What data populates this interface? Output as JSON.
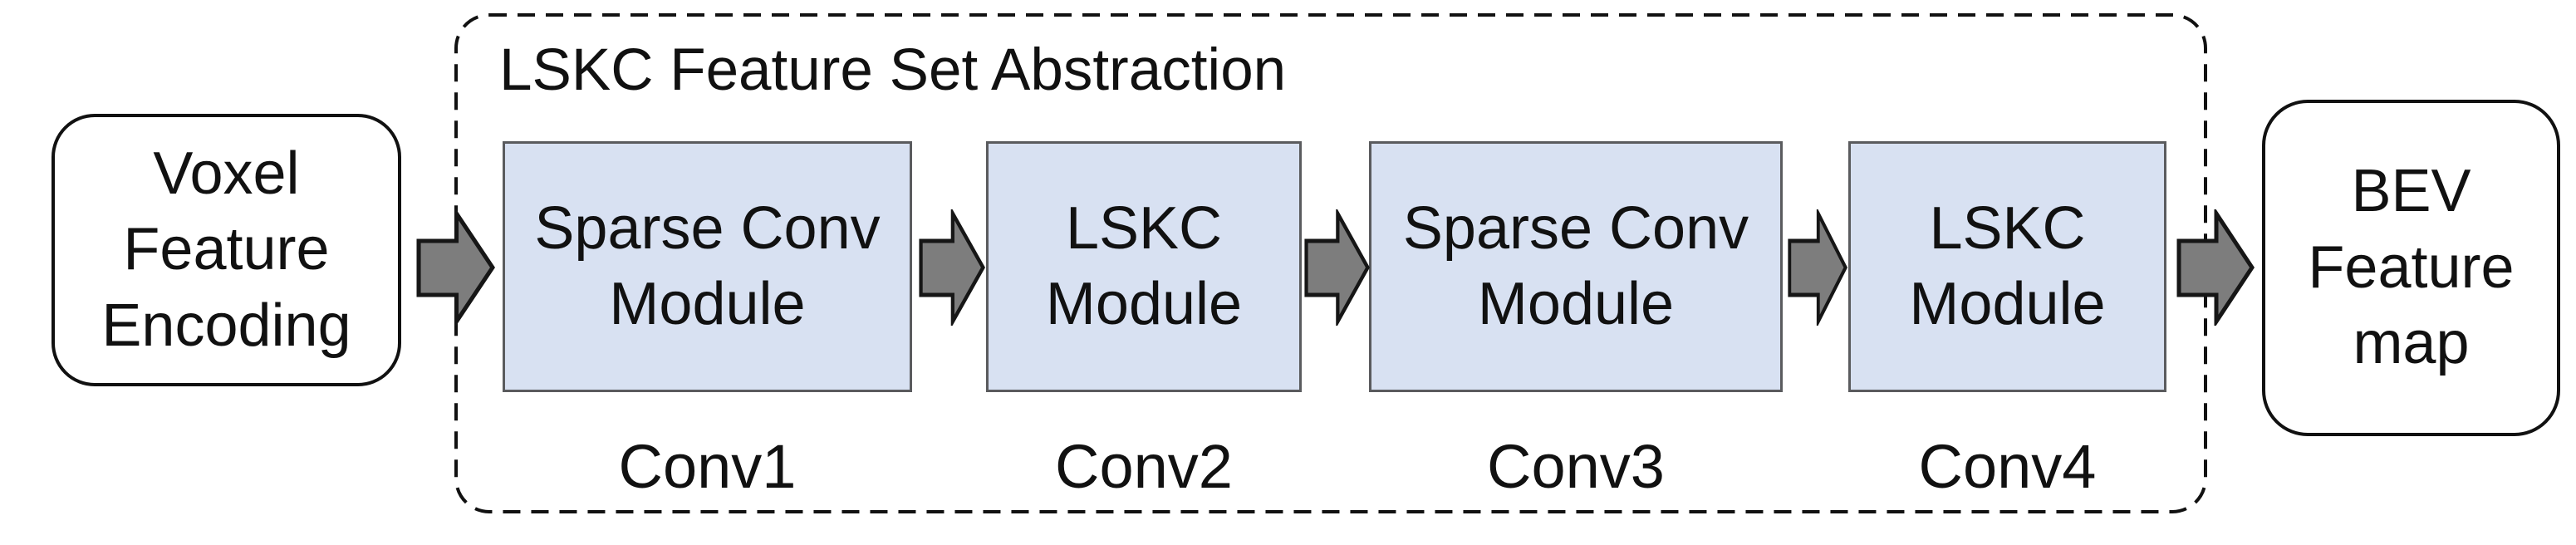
{
  "figure": {
    "input_node": {
      "lines": [
        "Voxel",
        "Feature",
        "Encoding"
      ]
    },
    "abstraction_container": {
      "title": "LSKC Feature Set Abstraction"
    },
    "modules": [
      {
        "lines": [
          "Sparse Conv",
          "Module"
        ],
        "caption": "Conv1"
      },
      {
        "lines": [
          "LSKC",
          "Module"
        ],
        "caption": "Conv2"
      },
      {
        "lines": [
          "Sparse Conv",
          "Module"
        ],
        "caption": "Conv3"
      },
      {
        "lines": [
          "LSKC",
          "Module"
        ],
        "caption": "Conv4"
      }
    ],
    "output_node": {
      "lines": [
        "BEV",
        "Feature",
        "map"
      ]
    },
    "colors": {
      "page_bg": "#ffffff",
      "text": "#111111",
      "node_border": "#111111",
      "container_border": "#111111",
      "module_fill": "#d8e1f2",
      "module_border": "#5a5b5e",
      "arrow_fill": "#7d7d7d",
      "arrow_stroke": "#161616"
    }
  }
}
